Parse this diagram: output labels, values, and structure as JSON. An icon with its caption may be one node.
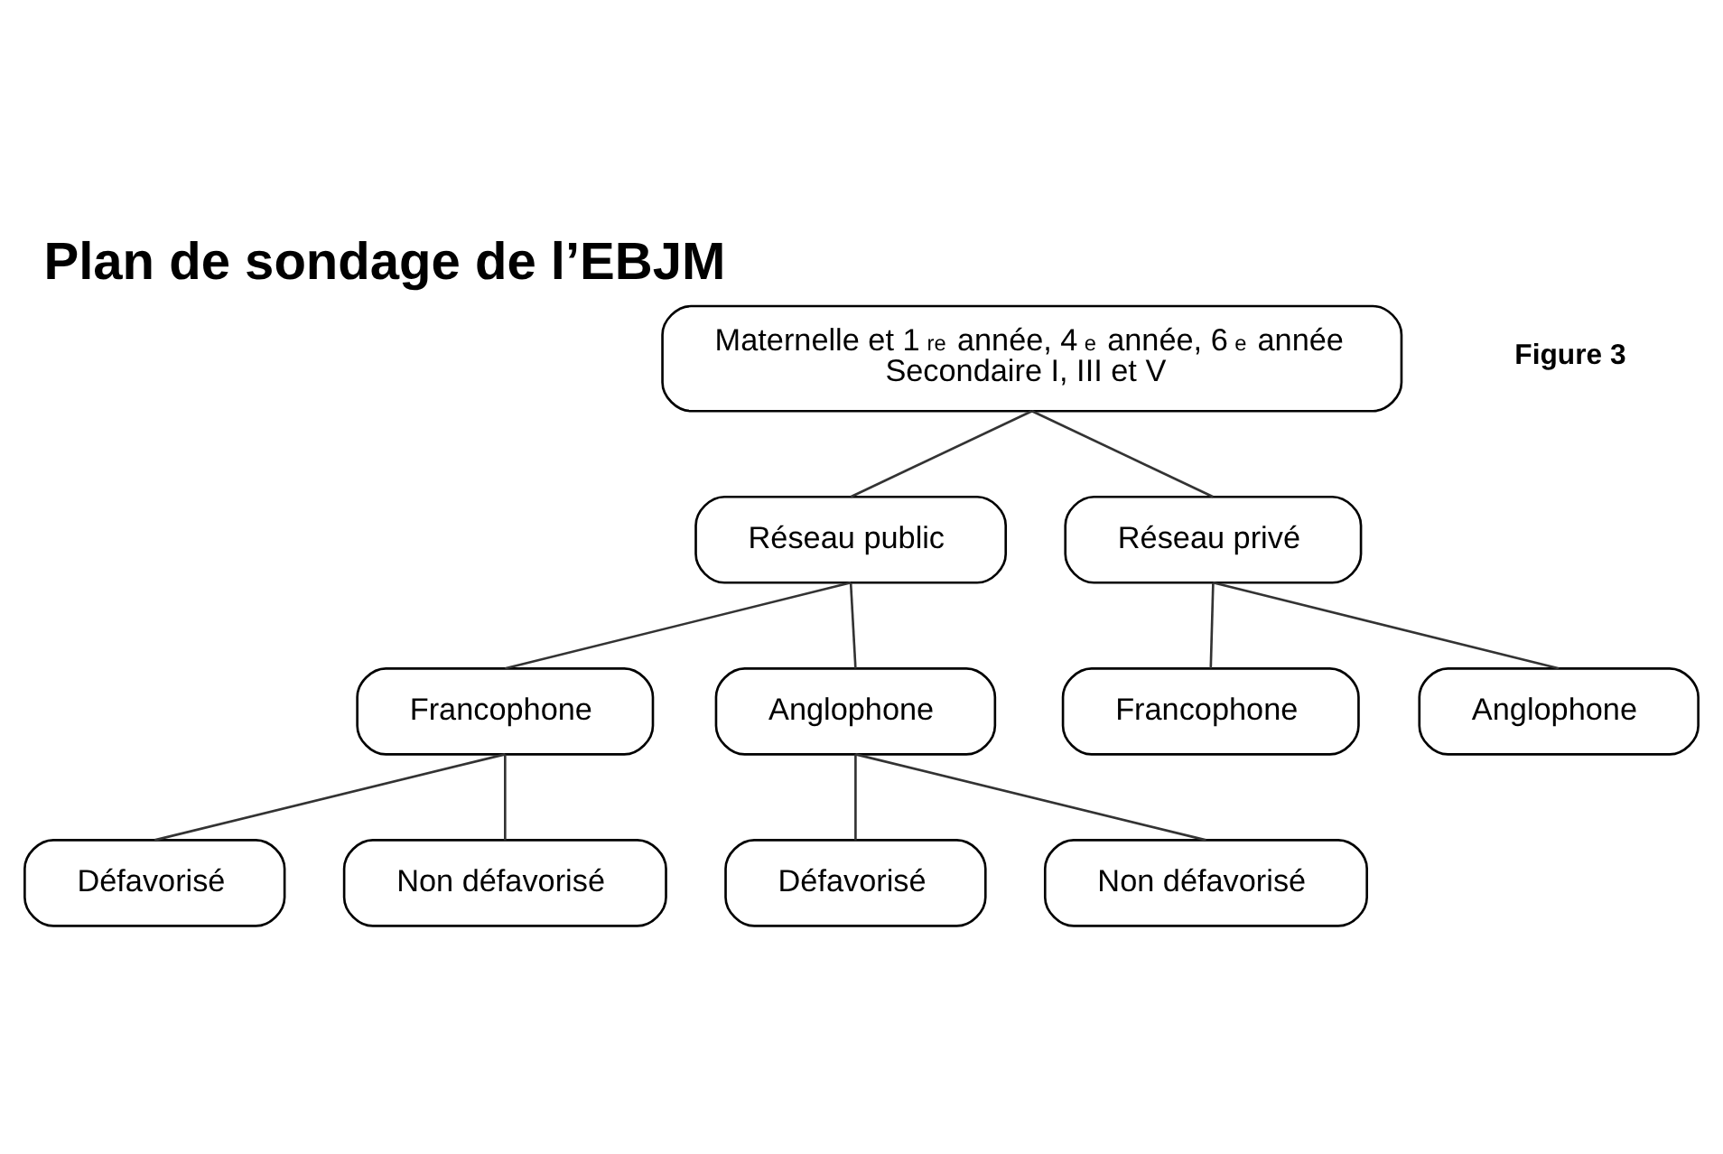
{
  "diagram": {
    "title": "Plan de sondage de l’EBJM",
    "nodes": [
      {
        "text": [
          "Maternelle et 1$^{re}$ année, 4$^{e}$ année, 6$^{e}$ année",
          "Secondaire I, III et V"
        ]
      },
      {
        "text": [
          "Réseau public"
        ]
      },
      {
        "text": [
          "Réseau privé"
        ]
      },
      {
        "text": [
          "Francophone"
        ]
      },
      {
        "text": [
          "Anglophone"
        ]
      },
      {
        "text": [
          "Francophone"
        ]
      },
      {
        "text": [
          "Anglophone"
        ]
      },
      {
        "text": [
          "Défavorisé"
        ]
      },
      {
        "text": [
          "Non défavorisé"
        ]
      },
      {
        "text": [
          "Défavorisé"
        ]
      },
      {
        "text": [
          "Non défavorisé"
        ]
      }
    ],
    "edges": [
      {
        "from": 0,
        "to": 1,
        "arrow": "none"
      },
      {
        "from": 0,
        "to": 2,
        "arrow": "none"
      },
      {
        "from": 1,
        "to": 3,
        "arrow": "none"
      },
      {
        "from": 1,
        "to": 4,
        "arrow": "none"
      },
      {
        "from": 2,
        "to": 5,
        "arrow": "none"
      },
      {
        "from": 2,
        "to": 6,
        "arrow": "none"
      },
      {
        "from": 3,
        "to": 7,
        "arrow": "none"
      },
      {
        "from": 3,
        "to": 8,
        "arrow": "none"
      },
      {
        "from": 4,
        "to": 9,
        "arrow": "none"
      },
      {
        "from": 4,
        "to": 10,
        "arrow": "none"
      }
    ],
    "labels": [
      "Figure 3"
    ]
  }
}
